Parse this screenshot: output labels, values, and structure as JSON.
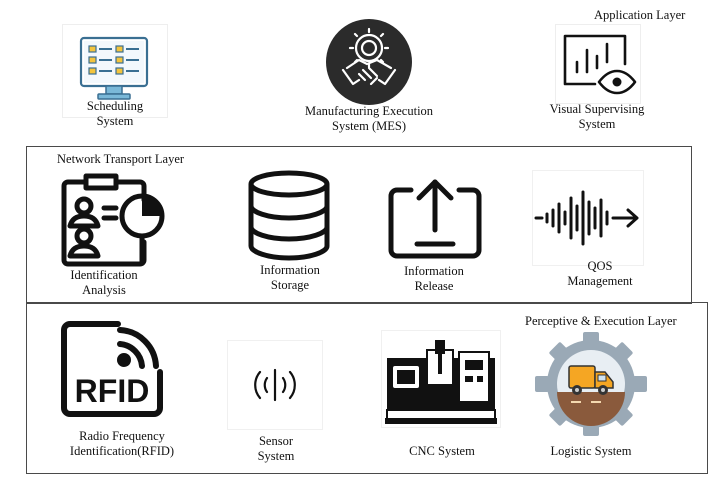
{
  "layers": {
    "application": "Application Layer",
    "network": "Network Transport Layer",
    "perceptive": "Perceptive & Execution Layer"
  },
  "application_items": [
    {
      "line1": "Scheduling",
      "line2": "System",
      "icon": "scheduling-monitor-icon"
    },
    {
      "line1": "Manufacturing Execution",
      "line2": "System (MES)",
      "icon": "handshake-gear-icon"
    },
    {
      "line1": "Visual Supervising",
      "line2": "System",
      "icon": "chart-eye-icon"
    }
  ],
  "network_items": [
    {
      "line1": "Identification",
      "line2": "Analysis",
      "icon": "id-analysis-icon"
    },
    {
      "line1": "Information",
      "line2": "Storage",
      "icon": "database-icon"
    },
    {
      "line1": "Information",
      "line2": "Release",
      "icon": "upload-icon"
    },
    {
      "line1": "QOS",
      "line2": "Management",
      "icon": "soundwave-arrow-icon"
    }
  ],
  "perceptive_items": [
    {
      "line1": "Radio Frequency",
      "line2": "Identification(RFID)",
      "icon": "rfid-icon",
      "badge": "RFID"
    },
    {
      "line1": "Sensor",
      "line2": "System",
      "icon": "sensor-icon"
    },
    {
      "line1": "CNC System",
      "line2": "",
      "icon": "cnc-machine-icon"
    },
    {
      "line1": "Logistic System",
      "line2": "",
      "icon": "truck-gear-icon"
    }
  ],
  "colors": {
    "frame": "#4a4a4a",
    "monitor": "#7ab8d8",
    "mes_circle": "#2b2b2b",
    "gear": "#9aa9b6",
    "truck": "#f5a623",
    "road": "#8a5a3c"
  }
}
